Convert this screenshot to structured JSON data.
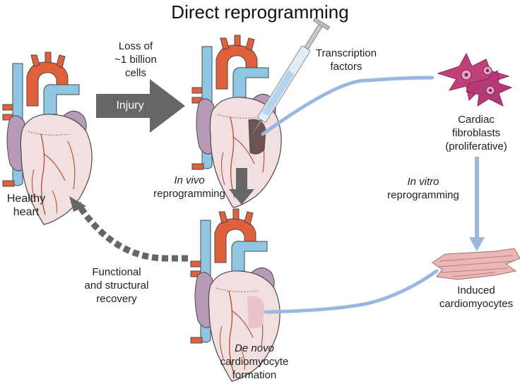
{
  "title": "Direct reprogramming",
  "labels": {
    "loss": [
      "Loss of",
      "~1 billion",
      "cells"
    ],
    "injury": "Injury",
    "healthy": [
      "Healthy",
      "heart"
    ],
    "tf": [
      "Transcription",
      "factors"
    ],
    "fibroblasts": [
      "Cardiac",
      "fibroblasts",
      "(proliferative)"
    ],
    "in_vivo_italic": "In vivo",
    "in_vivo_rest": "reprogramming",
    "in_vitro_italic": "In vitro",
    "in_vitro_rest": "reprogramming",
    "recovery": [
      "Functional",
      "and structural",
      "recovery"
    ],
    "induced": [
      "Induced",
      "cardiomyocytes"
    ],
    "de_novo_italic": "De novo",
    "de_novo_rest": [
      "cardiomyocyte",
      "formation"
    ]
  },
  "colors": {
    "aorta": "#e0603c",
    "vessel_blue": "#8fc6e3",
    "atrium_purple": "#b79ab6",
    "heart_pink": "#f2dfe0",
    "heart_outline": "#4a4a4a",
    "coronary": "#b0563a",
    "injury_patch": "#6f5252",
    "connector_blue": "#9ab7e0",
    "arrow_gray": "#666666",
    "fibroblast_magenta": "#c0407a",
    "myocyte_pink": "#e9b8b6"
  },
  "icons": [
    "heart-icon",
    "syringe-icon",
    "fibroblast-cells-icon",
    "cardiomyocyte-fiber-icon",
    "arrow-icon"
  ]
}
